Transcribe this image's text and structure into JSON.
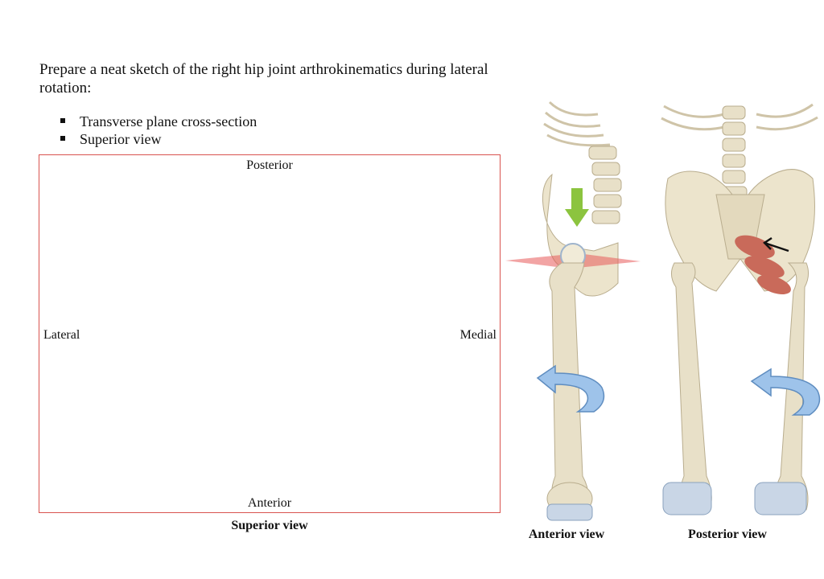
{
  "prompt": {
    "text": "Prepare a neat sketch of the right hip joint arthrokinematics during lateral rotation:"
  },
  "bullets": [
    "Transverse plane cross-section",
    "Superior view"
  ],
  "sketch_box": {
    "posterior": "Posterior",
    "anterior": "Anterior",
    "lateral": "Lateral",
    "medial": "Medial",
    "caption": "Superior view"
  },
  "illustrations": {
    "anterior_caption": "Anterior view",
    "posterior_caption": "Posterior view"
  },
  "colors": {
    "box_border": "#d9534f",
    "bone": "#e8e0c8",
    "muscle": "#c96a5a",
    "arrow_blue": "#9ec3ea",
    "arrow_green": "#8cc43f",
    "plane_red": "#e85a5a"
  }
}
